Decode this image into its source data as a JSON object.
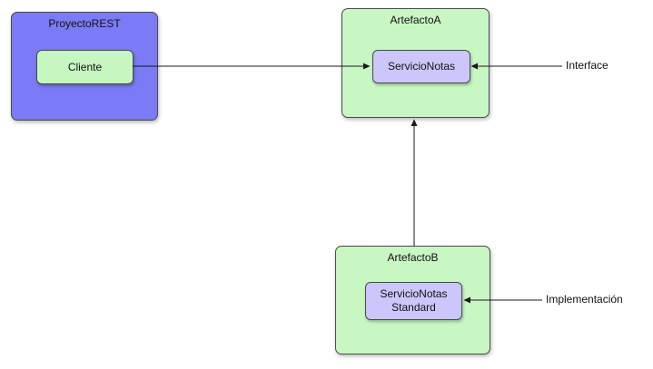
{
  "colors": {
    "proyecto_fill": "#7b7bf5",
    "artefacto_fill": "#c9f7c4",
    "cliente_fill": "#c6f7c0",
    "servicio_fill": "#cbc7fb",
    "line": "#1a1a1a"
  },
  "nodes": {
    "proyecto": {
      "title": "ProyectoREST"
    },
    "cliente": {
      "label": "Cliente"
    },
    "artefacto_a": {
      "title": "ArtefactoA"
    },
    "servicio_notas": {
      "label": "ServicioNotas"
    },
    "artefacto_b": {
      "title": "ArtefactoB"
    },
    "servicio_standard": {
      "line1": "ServicioNotas",
      "line2": "Standard"
    }
  },
  "labels": {
    "interface": "Interface",
    "implementacion": "Implementación"
  },
  "edges": [
    {
      "from": "cliente",
      "to": "servicio_notas"
    },
    {
      "from": "interface",
      "to": "servicio_notas"
    },
    {
      "from": "artefacto_b",
      "to": "artefacto_a"
    },
    {
      "from": "implementacion",
      "to": "servicio_standard"
    }
  ]
}
